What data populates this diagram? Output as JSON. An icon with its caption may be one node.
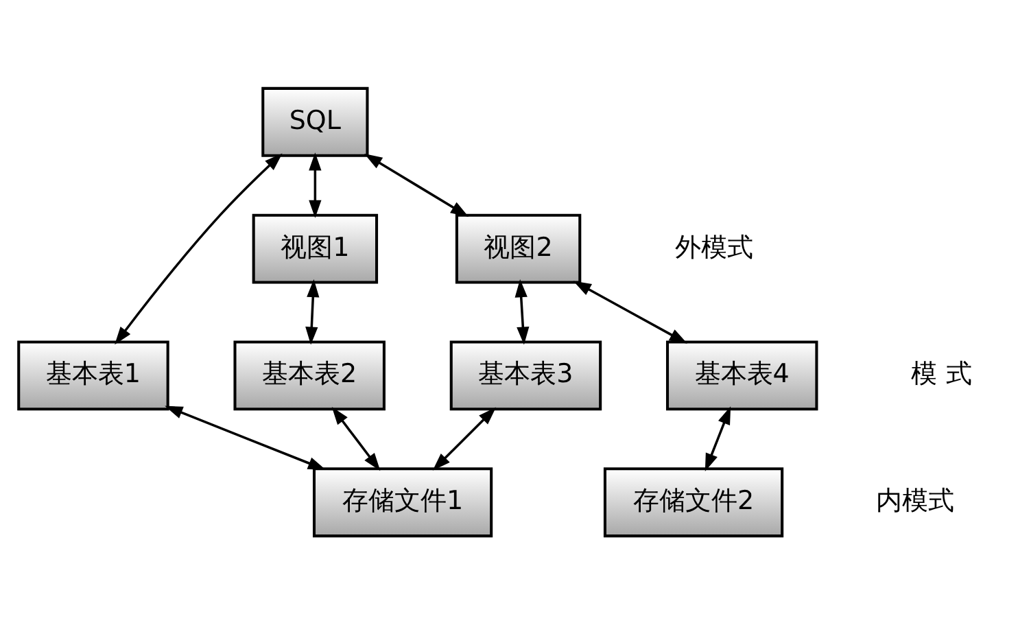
{
  "diagram": {
    "nodes": [
      {
        "text": [
          "SQL"
        ]
      },
      {
        "text": [
          "视图1"
        ]
      },
      {
        "text": [
          "视图2"
        ]
      },
      {
        "text": [
          "基本表1"
        ]
      },
      {
        "text": [
          "基本表2"
        ]
      },
      {
        "text": [
          "基本表3"
        ]
      },
      {
        "text": [
          "基本表4"
        ]
      },
      {
        "text": [
          "存储文件1"
        ]
      },
      {
        "text": [
          "存储文件2"
        ]
      }
    ],
    "edges": [
      {
        "from": 0,
        "to": 1,
        "arrow": "both"
      },
      {
        "from": 0,
        "to": 2,
        "arrow": "both"
      },
      {
        "from": 0,
        "to": 3,
        "arrow": "both"
      },
      {
        "from": 1,
        "to": 4,
        "arrow": "both"
      },
      {
        "from": 2,
        "to": 5,
        "arrow": "both"
      },
      {
        "from": 2,
        "to": 6,
        "arrow": "both"
      },
      {
        "from": 3,
        "to": 7,
        "arrow": "both"
      },
      {
        "from": 4,
        "to": 7,
        "arrow": "both"
      },
      {
        "from": 5,
        "to": 7,
        "arrow": "both"
      },
      {
        "from": 6,
        "to": 8,
        "arrow": "both"
      }
    ],
    "labels": [
      "外模式",
      "模 式",
      "内模式"
    ]
  }
}
